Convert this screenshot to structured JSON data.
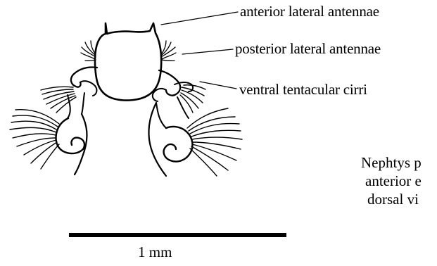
{
  "labels": {
    "anterior_lateral_antennae": "anterior lateral antennae",
    "posterior_lateral_antennae": "posterior lateral antennae",
    "ventral_tentacular_cirri": "ventral tentacular cirri"
  },
  "caption": {
    "line1": "Nephtys p",
    "line2": "anterior e",
    "line3": "dorsal vi"
  },
  "scale_bar": {
    "label": "1 mm"
  },
  "colors": {
    "ink": "#000000",
    "background": "#ffffff"
  }
}
